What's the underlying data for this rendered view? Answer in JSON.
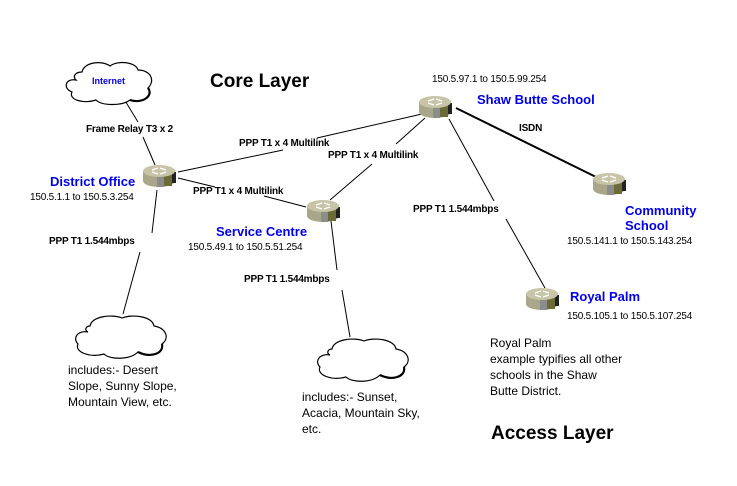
{
  "diagram": {
    "layers": {
      "core": "Core Layer",
      "access": "Access Layer"
    },
    "nodes": {
      "internet": {
        "label": "Internet",
        "icon": "cloud-icon"
      },
      "district_office": {
        "name": "District Office",
        "range": "150.5.1.1 to 150.5.3.254",
        "icon": "router-icon"
      },
      "shaw_butte": {
        "name": "Shaw Butte School",
        "range": "150.5.97.1 to 150.5.99.254",
        "icon": "router-icon"
      },
      "service_centre": {
        "name": "Service Centre",
        "range": "150.5.49.1 to 150.5.51.254",
        "icon": "router-icon"
      },
      "community_school": {
        "name_line1": "Community",
        "name_line2": "School",
        "range": "150.5.141.1 to 150.5.143.254",
        "icon": "router-icon"
      },
      "royal_palm": {
        "name": "Royal Palm",
        "range": "150.5.105.1 to 150.5.107.254",
        "icon": "router-icon"
      },
      "district_cloud": {
        "desc_line1": "includes:- Desert",
        "desc_line2": "Slope, Sunny Slope,",
        "desc_line3": "Mountain View, etc.",
        "icon": "cloud-icon"
      },
      "service_cloud": {
        "desc_line1": "includes:- Sunset,",
        "desc_line2": "Acacia, Mountain Sky,",
        "desc_line3": "etc.",
        "icon": "cloud-icon"
      }
    },
    "links": {
      "internet_district": "Frame Relay T3 x 2",
      "district_shaw": "PPP T1 x 4 Multilink",
      "shaw_service": "PPP T1 x 4 Multilink",
      "district_service": "PPP T1 x 4 Multilink",
      "shaw_community": "ISDN",
      "district_cloud": "PPP T1 1.544mbps",
      "service_cloud": "PPP T1 1.544mbps",
      "shaw_royal": "PPP T1 1.544mbps"
    },
    "note": {
      "line1": "Royal Palm",
      "line2": "example typifies all other",
      "line3": "schools in the Shaw",
      "line4": "Butte District."
    },
    "colors": {
      "node_name": "#0000ee",
      "router_top": "#c8c4a8",
      "router_side": "#a9a68a",
      "router_grey": "#8c8c8c",
      "router_olive": "#6b6b38"
    }
  }
}
